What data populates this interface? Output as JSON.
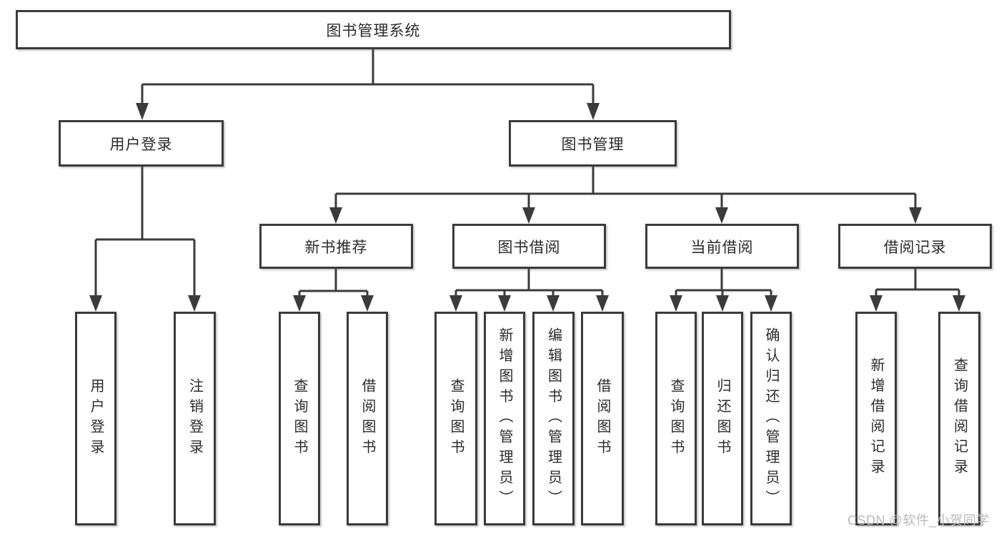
{
  "tree": {
    "root": {
      "label": "图书管理系统"
    },
    "level2": [
      {
        "label": "用户登录"
      },
      {
        "label": "图书管理"
      }
    ],
    "level3": [
      {
        "label": "新书推荐"
      },
      {
        "label": "图书借阅"
      },
      {
        "label": "当前借阅"
      },
      {
        "label": "借阅记录"
      }
    ],
    "leaves": {
      "user_login": [
        "用户登录",
        "注销登录"
      ],
      "new_books": [
        "查询图书",
        "借阅图书"
      ],
      "book_borrow": [
        "查询图书",
        "新增图书（管理员）",
        "编辑图书（管理员）",
        "借阅图书"
      ],
      "current_borrow": [
        "查询图书",
        "归还图书",
        "确认归还（管理员）"
      ],
      "borrow_records": [
        "新增借阅记录",
        "查询借阅记录"
      ]
    }
  },
  "watermark": {
    "text": "CSDN @软件_小贺同学"
  },
  "colors": {
    "line": "#3b3b3b",
    "text": "#2b2b2b",
    "watermark": "#b9b9b9",
    "background": "#ffffff"
  }
}
